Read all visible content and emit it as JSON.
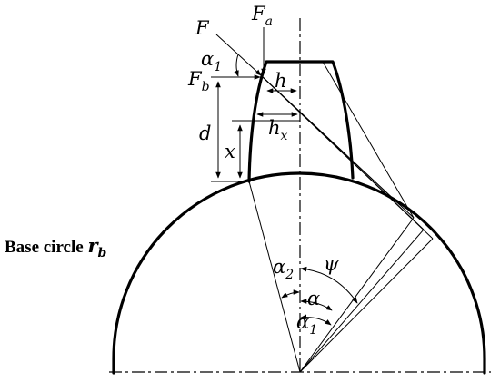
{
  "labels": {
    "F": "F",
    "Fa": {
      "base": "F",
      "sub": "a"
    },
    "Fb": {
      "base": "F",
      "sub": "b"
    },
    "alpha1_top": {
      "base": "α",
      "sub": "1"
    },
    "h": "h",
    "hx": {
      "base": "h",
      "sub": "x"
    },
    "d": "d",
    "x": "x",
    "alpha2": {
      "base": "α",
      "sub": "2"
    },
    "psi": "ψ",
    "alpha": "α",
    "alpha1_bottom": {
      "base": "α",
      "sub": "1"
    }
  },
  "caption": {
    "text": "Base circle ",
    "var": "r",
    "sub": "b"
  }
}
